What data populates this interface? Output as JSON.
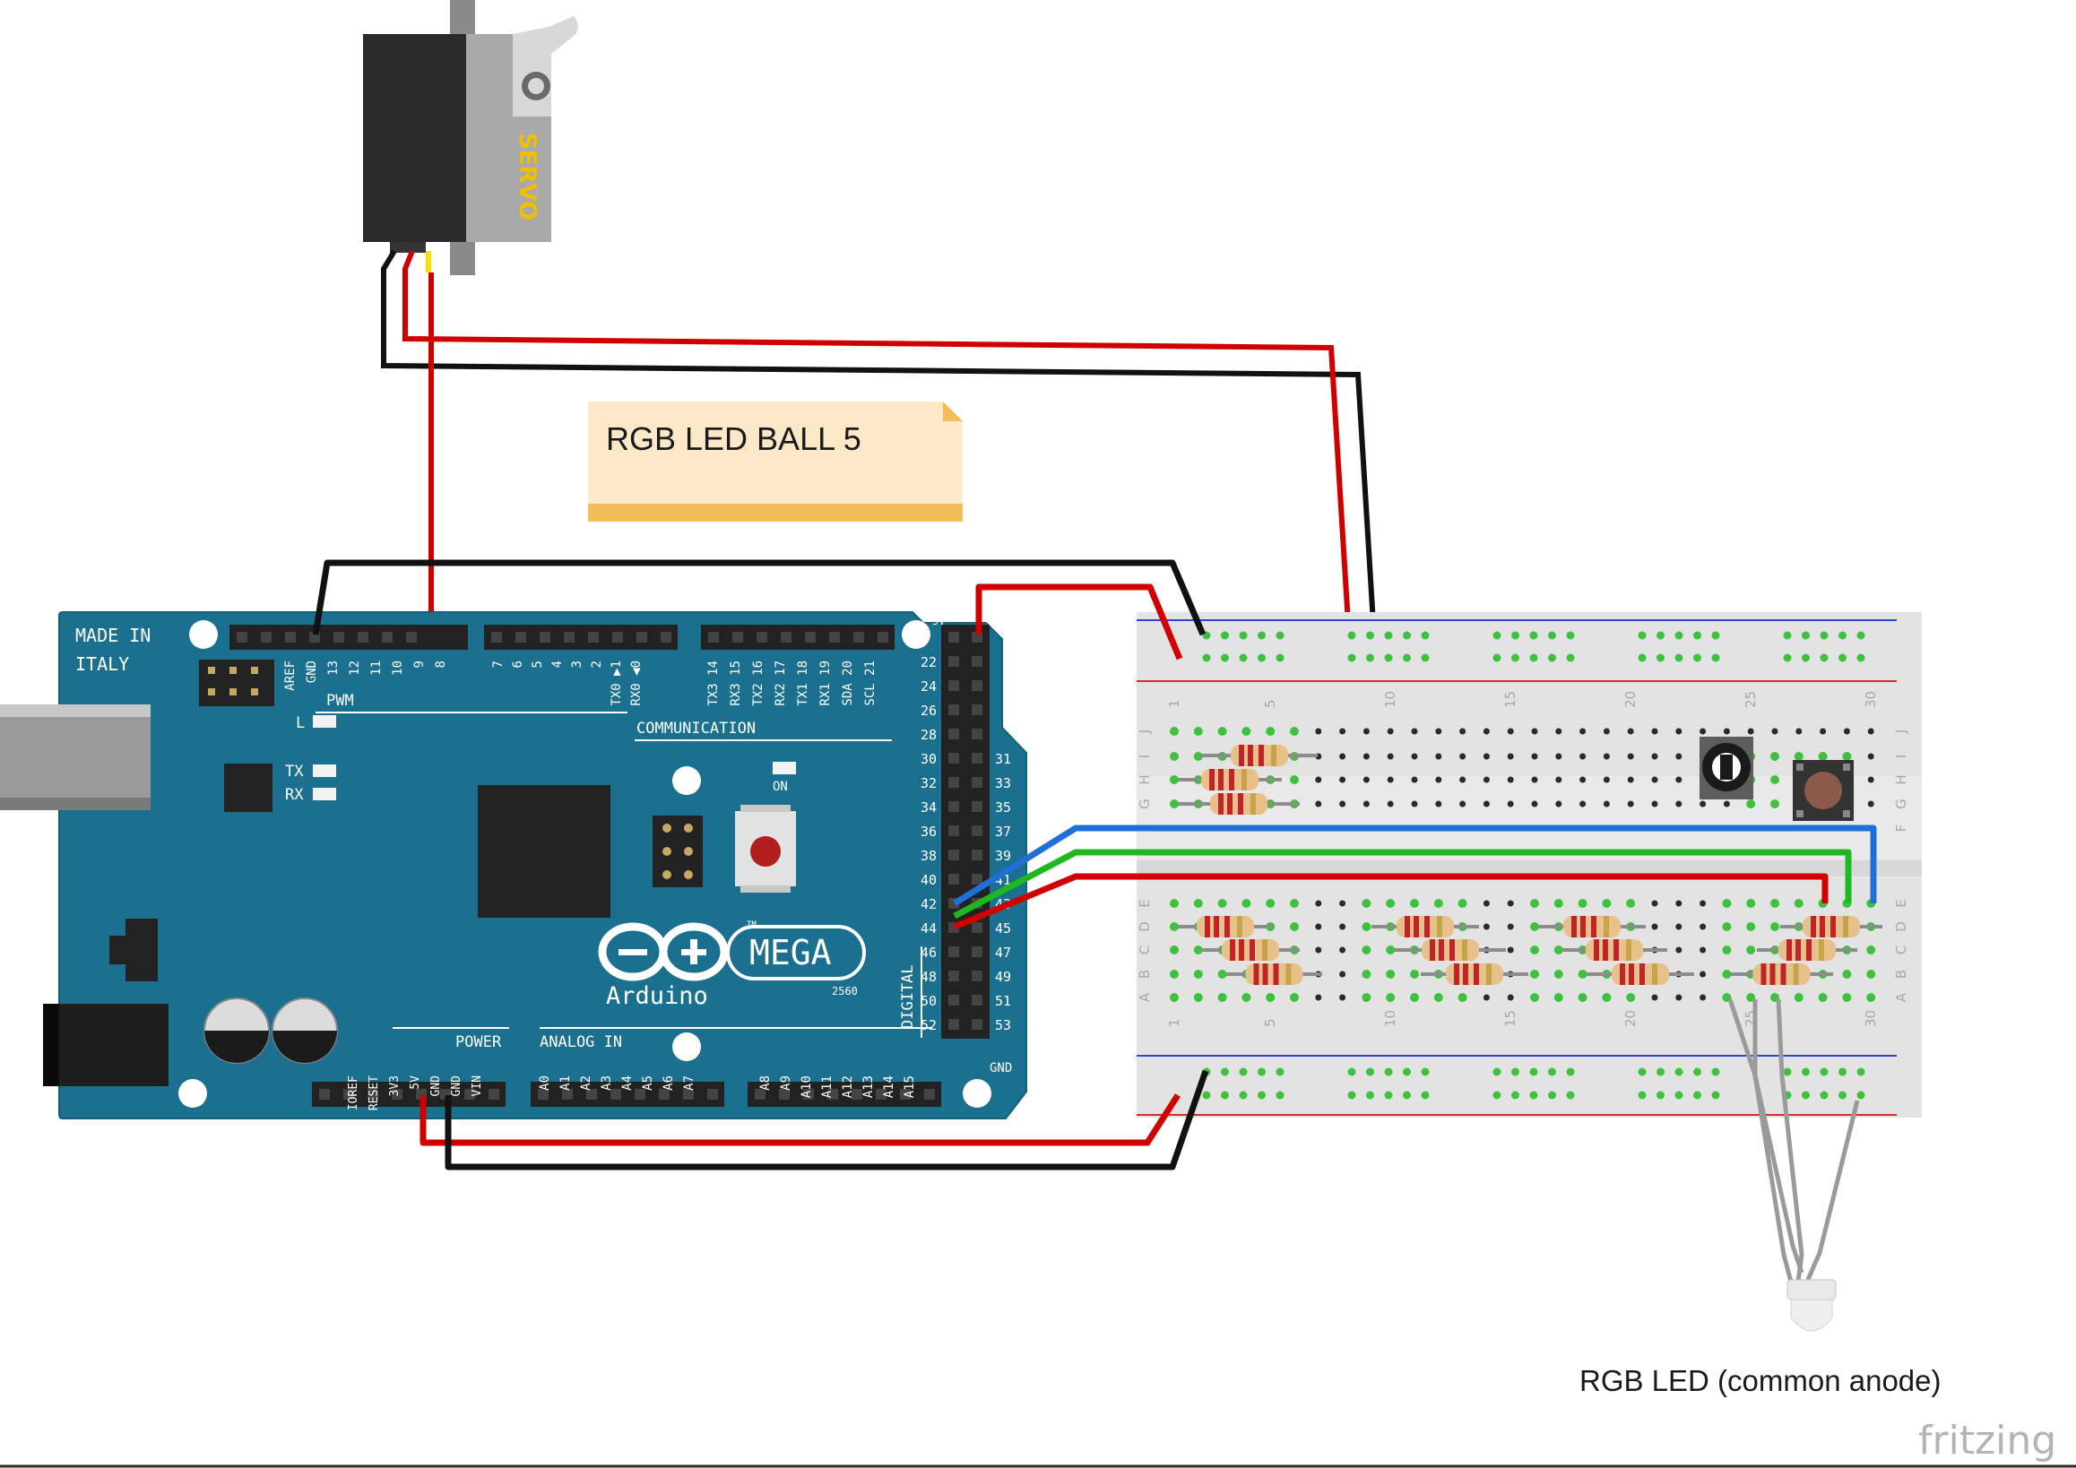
{
  "note": {
    "text": "RGB LED BALL 5"
  },
  "led_caption": "RGB LED (common anode)",
  "brand": "fritzing",
  "servo": {
    "label": "SERVO"
  },
  "arduino": {
    "made_in": [
      "MADE IN",
      "ITALY"
    ],
    "pwm": "PWM",
    "communication": "COMMUNICATION",
    "power": "POWER",
    "analog_in": "ANALOG IN",
    "digital": "DIGITAL",
    "logo_word": "Arduino",
    "model": "MEGA",
    "model_number": "2560",
    "tm": "TM",
    "led_l": "L",
    "led_tx": "TX",
    "led_rx": "RX",
    "led_on": "ON",
    "top_pins_a": [
      "AREF",
      "GND",
      "13",
      "12",
      "11",
      "10",
      "9",
      "8"
    ],
    "top_pins_b": [
      "7",
      "6",
      "5",
      "4",
      "3",
      "2",
      "TX0 ▶1",
      "RX0 ◀0"
    ],
    "top_pins_c": [
      "TX3 14",
      "RX3 15",
      "TX2 16",
      "RX2 17",
      "TX1 18",
      "RX1 19",
      "SDA 20",
      "SCL 21"
    ],
    "power_pins": [
      "IOREF",
      "RESET",
      "3V3",
      "5V",
      "GND",
      "GND",
      "VIN"
    ],
    "analog_pins_a": [
      "A0",
      "A1",
      "A2",
      "A3",
      "A4",
      "A5",
      "A6",
      "A7"
    ],
    "analog_pins_b": [
      "A8",
      "A9",
      "A10",
      "A11",
      "A12",
      "A13",
      "A14",
      "A15"
    ],
    "digital_left": [
      "22",
      "24",
      "26",
      "28",
      "30",
      "32",
      "34",
      "36",
      "38",
      "40",
      "42",
      "44",
      "46",
      "48",
      "50",
      "52"
    ],
    "digital_right": [
      "31",
      "33",
      "35",
      "37",
      "39",
      "41",
      "43",
      "45",
      "47",
      "49",
      "51",
      "53"
    ],
    "header_5v": "5V",
    "header_gnd": "GND"
  },
  "breadboard": {
    "col_numbers": [
      "1",
      "5",
      "10",
      "15",
      "20",
      "25",
      "30"
    ],
    "rows_top": [
      "J",
      "I",
      "H",
      "G",
      "F"
    ],
    "rows_bottom": [
      "E",
      "D",
      "C",
      "B",
      "A"
    ]
  },
  "colors": {
    "board": "#1b6f8f",
    "wire_red": "#d10000",
    "wire_black": "#111111",
    "wire_blue": "#1f6fd6",
    "wire_green": "#1fb81f",
    "note": "#fde8c8",
    "note_band": "#f5bd57",
    "breadboard": "#e3e3e3"
  }
}
